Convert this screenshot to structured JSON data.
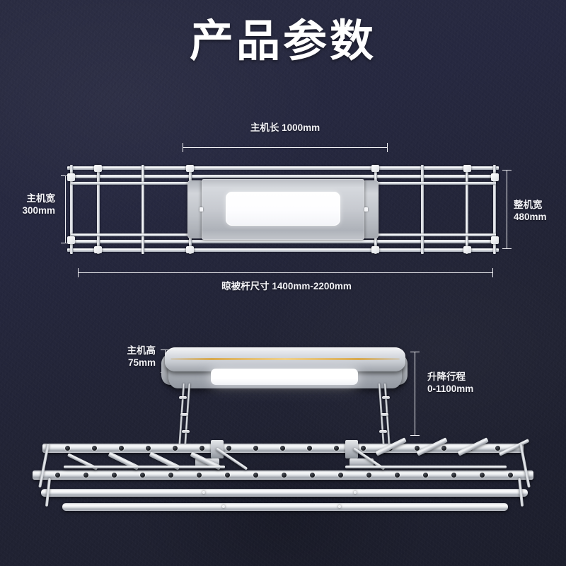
{
  "page": {
    "title": "产品参数",
    "background_color": "#22243a",
    "text_color": "#f2f2f6"
  },
  "top_view": {
    "length_label": "主机长 1000mm",
    "left_width_label": "主机宽\n300mm",
    "right_width_label": "整机宽\n480mm",
    "overall_label": "晾被杆尺寸 1400mm-2200mm"
  },
  "perspective_view": {
    "height_label": "主机高\n75mm",
    "stroke_label": "升降行程\n0-1100mm"
  },
  "specs": [
    {
      "name": "主机长",
      "value": "1000mm"
    },
    {
      "name": "主机宽",
      "value": "300mm"
    },
    {
      "name": "整机宽",
      "value": "480mm"
    },
    {
      "name": "晾被杆尺寸",
      "value": "1400mm-2200mm"
    },
    {
      "name": "主机高",
      "value": "75mm"
    },
    {
      "name": "升降行程",
      "value": "0-1100mm"
    }
  ]
}
